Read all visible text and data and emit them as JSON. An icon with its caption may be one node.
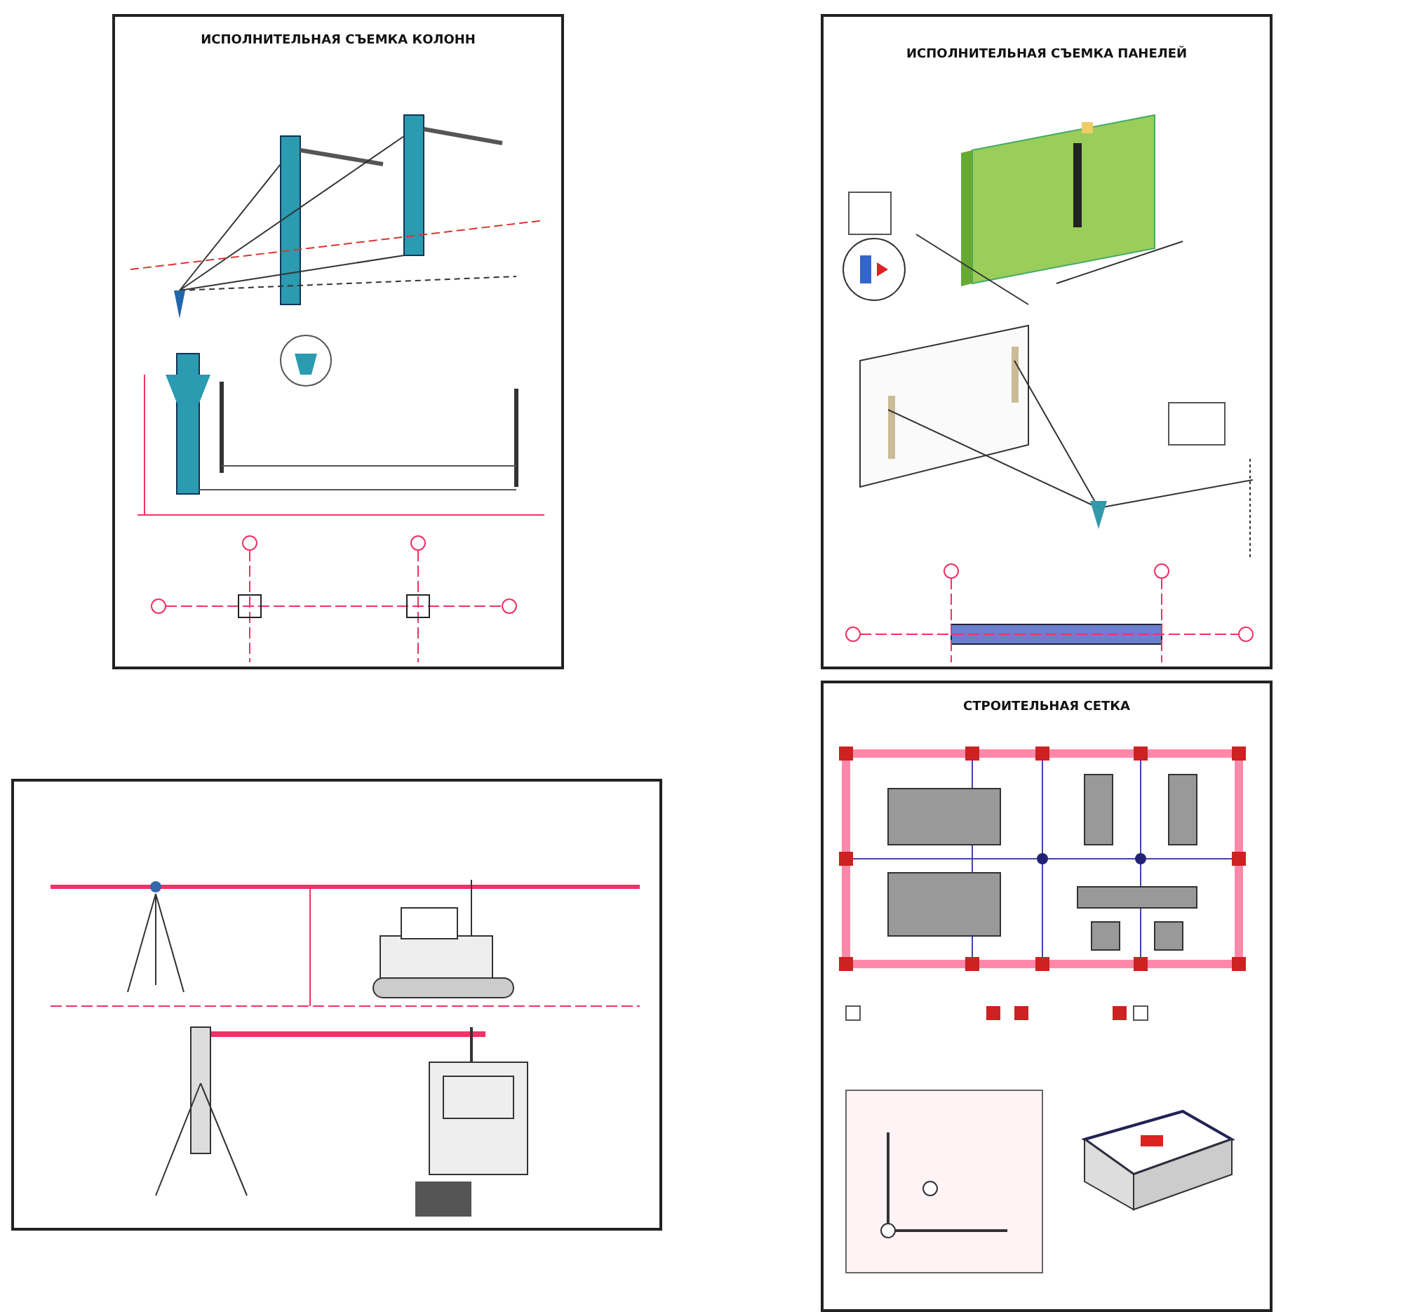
{
  "diagram": {
    "labels": [
      "ИСПОЛНИТЕЛЬНАЯ СЪЕМКА КОЛОНН",
      "ИСПОЛНИТЕЛЬНАЯ СЪЕМКА ПАНЕЛЕЙ",
      "СТРОИТЕЛЬНАЯ СЕТКА"
    ]
  }
}
